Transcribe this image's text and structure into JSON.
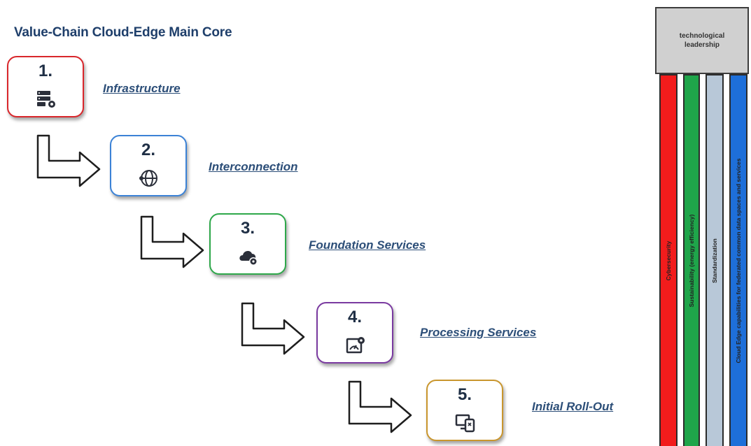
{
  "title": "Value-Chain Cloud-Edge Main Core",
  "steps": [
    {
      "number": "1.",
      "label": "Infrastructure",
      "color": "#d9262b",
      "icon": "server-gear-icon"
    },
    {
      "number": "2.",
      "label": "Interconnection",
      "color": "#3b82d6",
      "icon": "globe-network-icon"
    },
    {
      "number": "3.",
      "label": "Foundation Services",
      "color": "#2ea84a",
      "icon": "cloud-gear-icon"
    },
    {
      "number": "4.",
      "label": "Processing Services",
      "color": "#7a3aa0",
      "icon": "dashboard-gear-icon"
    },
    {
      "number": "5.",
      "label": "Initial Roll-Out",
      "color": "#c9962e",
      "icon": "devices-sync-icon"
    }
  ],
  "pillars": {
    "header": "technological leadership",
    "bars": [
      {
        "label": "Cybersecurity",
        "color": "#f21c1c"
      },
      {
        "label": "Sustainability (energy efficiency)",
        "color": "#1fa54a"
      },
      {
        "label": "Standardization",
        "color": "#b8c8d8"
      },
      {
        "label": "Cloud Edge capabilities for federated common data spaces and services",
        "color": "#1e6fd9"
      }
    ]
  }
}
